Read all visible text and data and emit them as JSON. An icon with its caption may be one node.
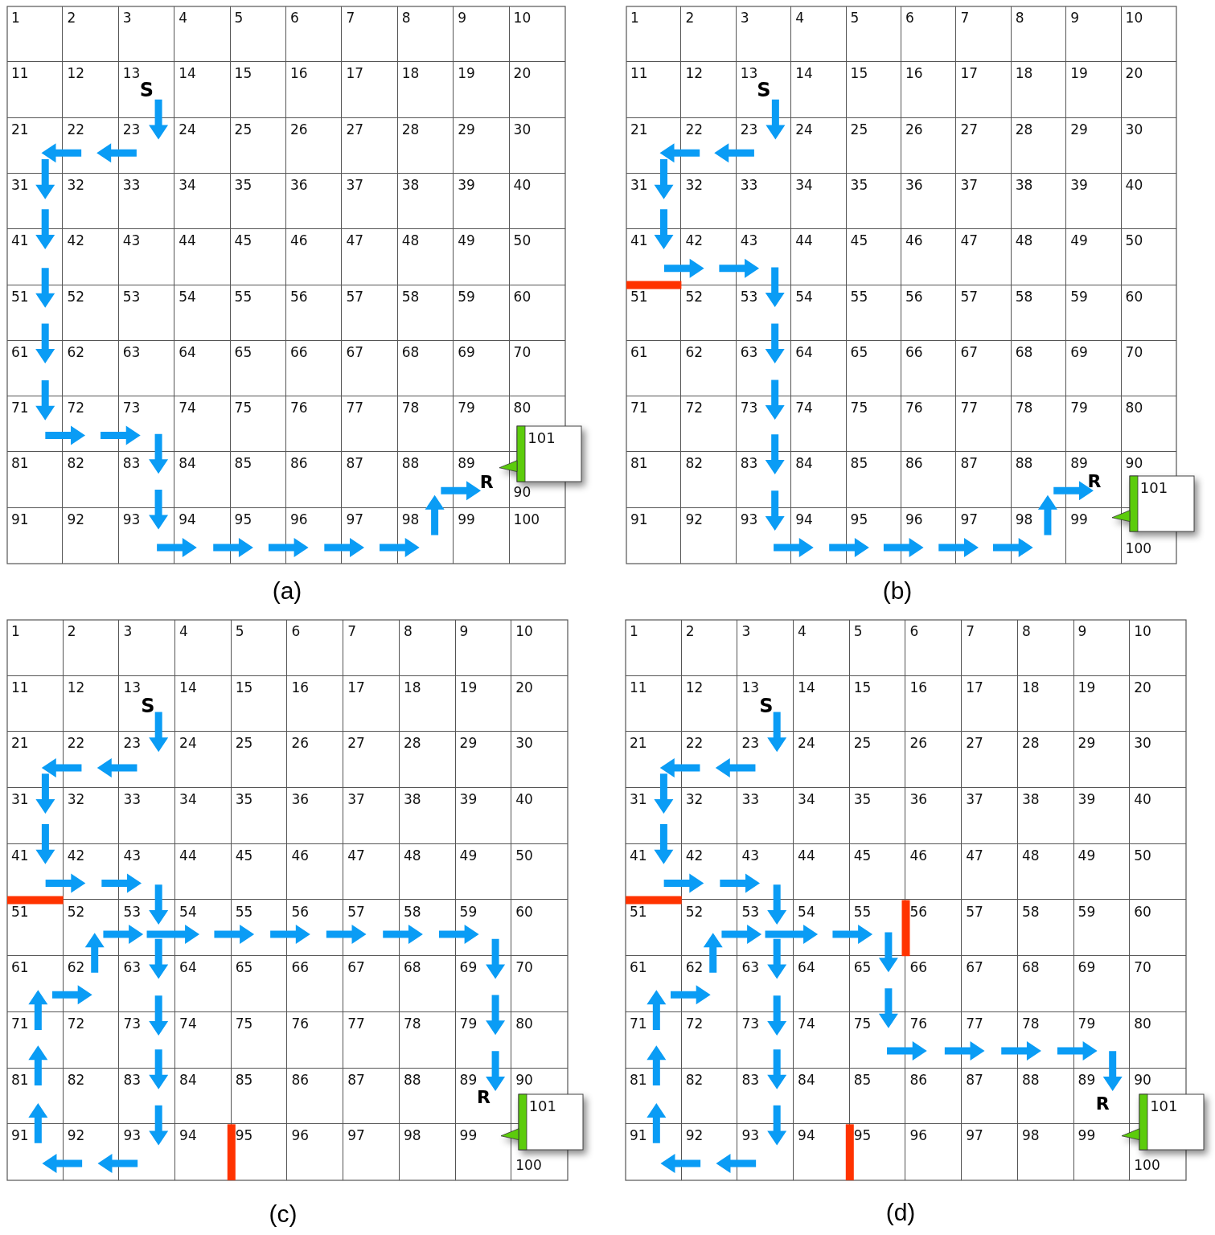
{
  "diagram": {
    "nodes": [
      {
        "text": [
          "101"
        ]
      },
      {
        "text": [
          "101"
        ]
      },
      {
        "text": [
          "101"
        ]
      },
      {
        "text": [
          "101"
        ]
      }
    ],
    "labels": [
      "1",
      "2",
      "3",
      "4",
      "5",
      "6",
      "7",
      "8",
      "9",
      "10",
      "11",
      "12",
      "13",
      "14",
      "15",
      "16",
      "17",
      "18",
      "19",
      "20",
      "21",
      "22",
      "23",
      "24",
      "25",
      "26",
      "27",
      "28",
      "29",
      "30",
      "31",
      "32",
      "33",
      "34",
      "35",
      "36",
      "37",
      "38",
      "39",
      "40",
      "41",
      "42",
      "43",
      "44",
      "45",
      "46",
      "47",
      "48",
      "49",
      "50",
      "51",
      "52",
      "53",
      "54",
      "55",
      "56",
      "57",
      "58",
      "59",
      "60",
      "61",
      "62",
      "63",
      "64",
      "65",
      "66",
      "67",
      "68",
      "69",
      "70",
      "71",
      "72",
      "73",
      "74",
      "75",
      "76",
      "77",
      "78",
      "79",
      "80",
      "81",
      "82",
      "83",
      "84",
      "85",
      "86",
      "87",
      "88",
      "89",
      "90",
      "91",
      "92",
      "93",
      "94",
      "95",
      "96",
      "97",
      "98",
      "99",
      "100",
      "S",
      "R",
      "(a)",
      "1",
      "2",
      "3",
      "4",
      "5",
      "6",
      "7",
      "8",
      "9",
      "10",
      "11",
      "12",
      "13",
      "14",
      "15",
      "16",
      "17",
      "18",
      "19",
      "20",
      "21",
      "22",
      "23",
      "24",
      "25",
      "26",
      "27",
      "28",
      "29",
      "30",
      "31",
      "32",
      "33",
      "34",
      "35",
      "36",
      "37",
      "38",
      "39",
      "40",
      "41",
      "42",
      "43",
      "44",
      "45",
      "46",
      "47",
      "48",
      "49",
      "50",
      "51",
      "52",
      "53",
      "54",
      "55",
      "56",
      "57",
      "58",
      "59",
      "60",
      "61",
      "62",
      "63",
      "64",
      "65",
      "66",
      "67",
      "68",
      "69",
      "70",
      "71",
      "72",
      "73",
      "74",
      "75",
      "76",
      "77",
      "78",
      "79",
      "80",
      "81",
      "82",
      "83",
      "84",
      "85",
      "86",
      "87",
      "88",
      "89",
      "90",
      "91",
      "92",
      "93",
      "94",
      "95",
      "96",
      "97",
      "98",
      "99",
      "100",
      "S",
      "R",
      "(b)",
      "1",
      "2",
      "3",
      "4",
      "5",
      "6",
      "7",
      "8",
      "9",
      "10",
      "11",
      "12",
      "13",
      "14",
      "15",
      "16",
      "17",
      "18",
      "19",
      "20",
      "21",
      "22",
      "23",
      "24",
      "25",
      "26",
      "27",
      "28",
      "29",
      "30",
      "31",
      "32",
      "33",
      "34",
      "35",
      "36",
      "37",
      "38",
      "39",
      "40",
      "41",
      "42",
      "43",
      "44",
      "45",
      "46",
      "47",
      "48",
      "49",
      "50",
      "51",
      "52",
      "53",
      "54",
      "55",
      "56",
      "57",
      "58",
      "59",
      "60",
      "61",
      "62",
      "63",
      "64",
      "65",
      "66",
      "67",
      "68",
      "69",
      "70",
      "71",
      "72",
      "73",
      "74",
      "75",
      "76",
      "77",
      "78",
      "79",
      "80",
      "81",
      "82",
      "83",
      "84",
      "85",
      "86",
      "87",
      "88",
      "89",
      "90",
      "91",
      "92",
      "93",
      "94",
      "95",
      "96",
      "97",
      "98",
      "99",
      "100",
      "S",
      "R",
      "(c)",
      "1",
      "2",
      "3",
      "4",
      "5",
      "6",
      "7",
      "8",
      "9",
      "10",
      "11",
      "12",
      "13",
      "14",
      "15",
      "16",
      "17",
      "18",
      "19",
      "20",
      "21",
      "22",
      "23",
      "24",
      "25",
      "26",
      "27",
      "28",
      "29",
      "30",
      "31",
      "32",
      "33",
      "34",
      "35",
      "36",
      "37",
      "38",
      "39",
      "40",
      "41",
      "42",
      "43",
      "44",
      "45",
      "46",
      "47",
      "48",
      "49",
      "50",
      "51",
      "52",
      "53",
      "54",
      "55",
      "56",
      "57",
      "58",
      "59",
      "60",
      "61",
      "62",
      "63",
      "64",
      "65",
      "66",
      "67",
      "68",
      "69",
      "70",
      "71",
      "72",
      "73",
      "74",
      "75",
      "76",
      "77",
      "78",
      "79",
      "80",
      "81",
      "82",
      "83",
      "84",
      "85",
      "86",
      "87",
      "88",
      "89",
      "90",
      "91",
      "92",
      "93",
      "94",
      "95",
      "96",
      "97",
      "98",
      "99",
      "100",
      "S",
      "R",
      "(d)"
    ]
  }
}
